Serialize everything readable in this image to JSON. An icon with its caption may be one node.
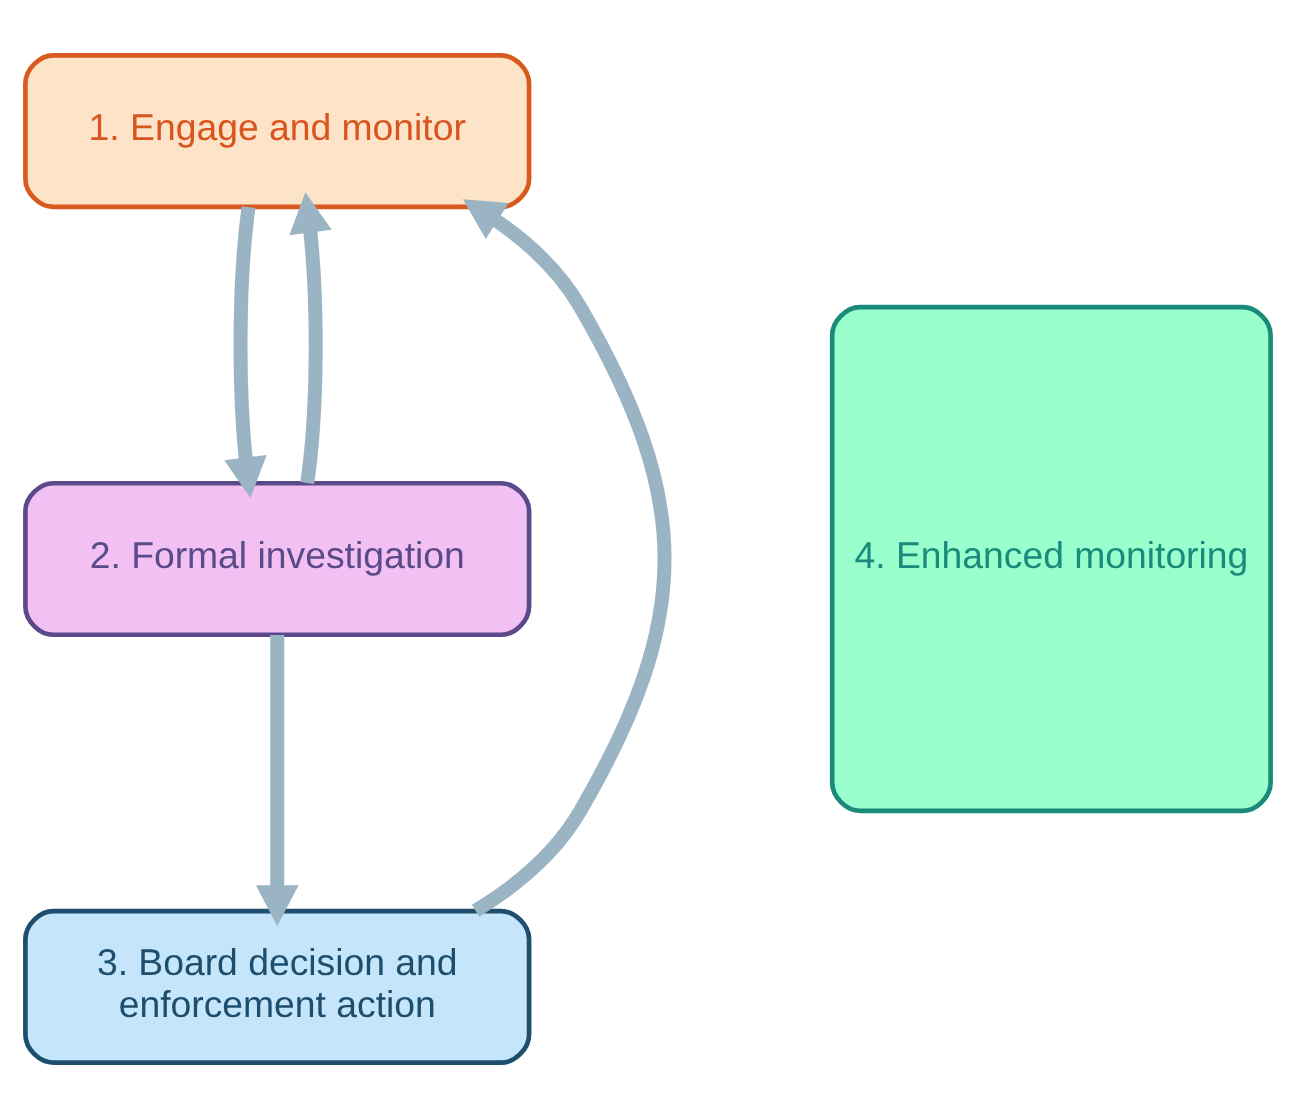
{
  "diagram": {
    "nodes": [
      {
        "text": [
          "1. Engage and monitor"
        ]
      },
      {
        "text": [
          "2. Formal investigation"
        ]
      },
      {
        "text": [
          "3. Board decision and enforcement action"
        ]
      },
      {
        "text": [
          "4. Enhanced monitoring"
        ]
      }
    ],
    "edges": [
      {
        "from": 0,
        "to": 1,
        "arrow": "to"
      },
      {
        "from": 1,
        "to": 2,
        "arrow": "to"
      },
      {
        "from": 1,
        "to": 0,
        "arrow": "to"
      },
      {
        "from": 2,
        "to": 0,
        "arrow": "to"
      }
    ]
  }
}
